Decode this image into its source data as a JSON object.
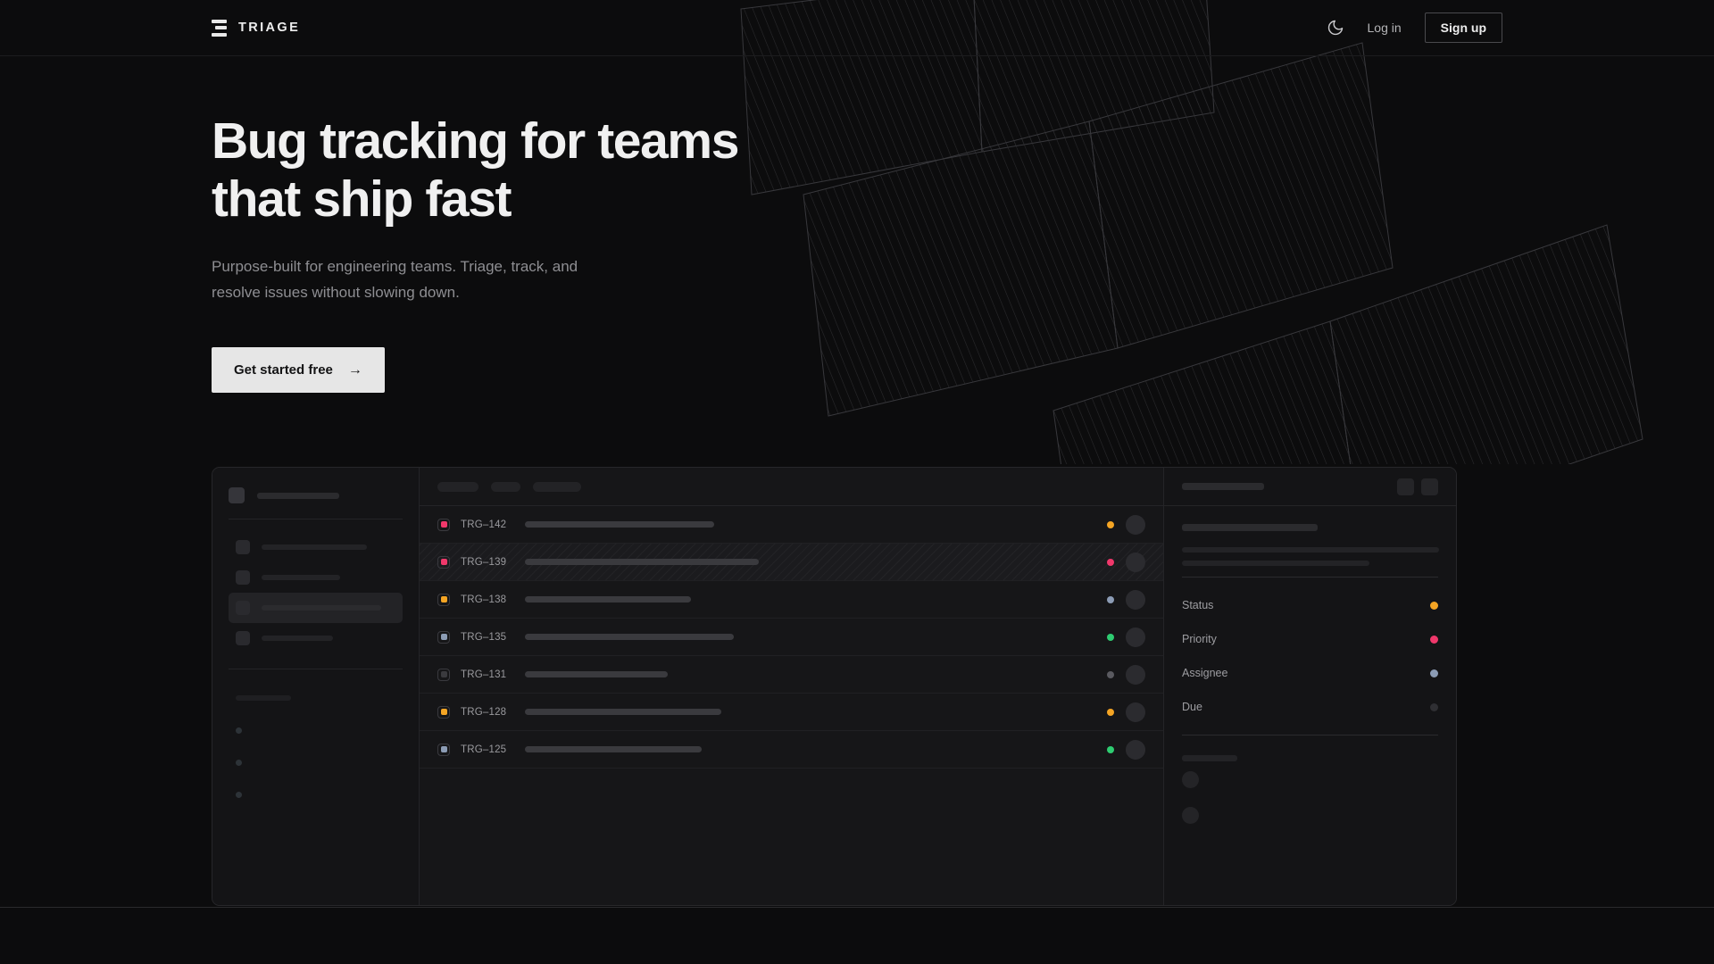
{
  "brand": {
    "name": "TRIAGE",
    "icon": "triage-bars-icon"
  },
  "nav": {
    "theme_toggle_icon": "moon-icon",
    "login_label": "Log in",
    "signup_label": "Sign up"
  },
  "hero": {
    "heading_line1": "Bug tracking for teams",
    "heading_line2": "that ship fast",
    "subtext_line1": "Purpose-built for engineering teams. Triage, track, and",
    "subtext_line2": "resolve issues without slowing down.",
    "cta_label": "Get started free",
    "cta_arrow": "→"
  },
  "colors": {
    "page_bg": "#0c0c0d",
    "panel_bg": "#161618",
    "border": "#27272a",
    "text_primary": "#f0f0f0",
    "text_muted": "#8e8e92",
    "cta_bg": "#e6e6e6",
    "priority_red": "#f0386b",
    "priority_orange": "#f5a524",
    "priority_green": "#2ecc71",
    "priority_blue": "#8c9cb5",
    "priority_none": "#3a3a3e"
  },
  "app_mock": {
    "sidebar": {
      "workspace_placeholder": true,
      "nav_items": [
        {
          "name": "nav-item-1",
          "width": 118,
          "active": false
        },
        {
          "name": "nav-item-2",
          "width": 88,
          "active": false
        },
        {
          "name": "nav-item-3",
          "width": 134,
          "active": true
        },
        {
          "name": "nav-item-4",
          "width": 80,
          "active": false
        }
      ],
      "section_label_width": 62,
      "mini_items": 3
    },
    "list": {
      "filter_chips": [
        46,
        33,
        54
      ],
      "columns": [
        "badge",
        "id",
        "title",
        "priority",
        "assignee"
      ],
      "rows": [
        {
          "id": "TRG–142",
          "badge_color": "#f0386b",
          "title_width": 212,
          "priority_color": "#f5a524",
          "selected": false
        },
        {
          "id": "TRG–139",
          "badge_color": "#f0386b",
          "title_width": 262,
          "priority_color": "#f0386b",
          "selected": true
        },
        {
          "id": "TRG–138",
          "badge_color": "#f5a524",
          "title_width": 186,
          "priority_color": "#8c9cb5",
          "selected": false
        },
        {
          "id": "TRG–135",
          "badge_color": "#8c9cb5",
          "title_width": 234,
          "priority_color": "#2ecc71",
          "selected": false
        },
        {
          "id": "TRG–131",
          "badge_color": "#3a3a3e",
          "title_width": 160,
          "priority_color": "#5a5a60",
          "selected": false
        },
        {
          "id": "TRG–128",
          "badge_color": "#f5a524",
          "title_width": 220,
          "priority_color": "#f5a524",
          "selected": false
        },
        {
          "id": "TRG–125",
          "badge_color": "#8c9cb5",
          "title_width": 198,
          "priority_color": "#2ecc71",
          "selected": false
        }
      ]
    },
    "detail": {
      "title_placeholder_width": 92,
      "header_buttons": [
        "detail-action-1",
        "detail-action-2"
      ],
      "body_lines": [
        152,
        288,
        210
      ],
      "meta": [
        {
          "label": "Status",
          "color": "#f5a524"
        },
        {
          "label": "Priority",
          "color": "#f0386b"
        },
        {
          "label": "Assignee",
          "color": "#8c9cb5"
        },
        {
          "label": "Due",
          "color": "#2f2f33"
        }
      ],
      "comments_label_width": 62,
      "comments": 2
    }
  }
}
